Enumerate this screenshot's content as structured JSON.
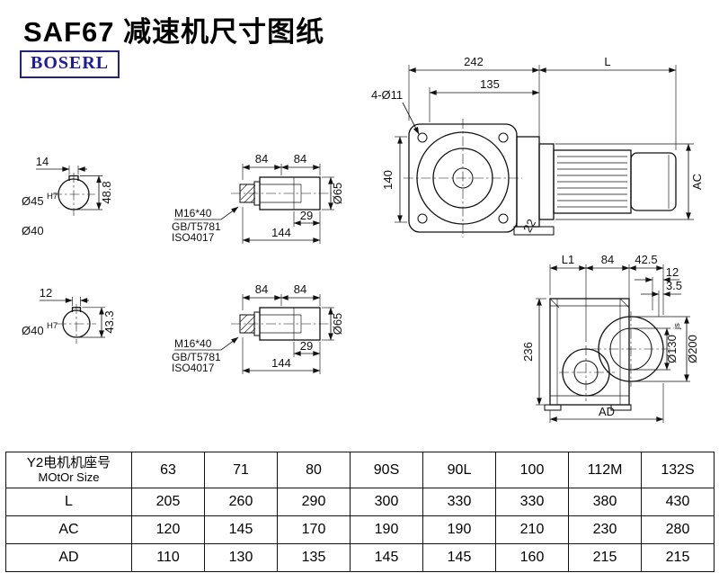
{
  "header": {
    "title": "SAF67 减速机尺寸图纸",
    "logo": "BOSERL"
  },
  "front_view": {
    "d242": "242",
    "dL": "L",
    "d135": "135",
    "bolt_holes": "4-Ø11",
    "d140": "140",
    "dAC": "AC",
    "d22": "22"
  },
  "section_a": {
    "key_w": "14",
    "bore": "Ø45",
    "tol": "H7",
    "key_h": "48.8"
  },
  "shaft_note": "Ø40",
  "section_b": {
    "key_w": "12",
    "bore": "Ø40",
    "tol": "H7",
    "key_h": "43.3"
  },
  "detail_a": {
    "d84a": "84",
    "d84b": "84",
    "d29": "29",
    "d144": "144",
    "d65": "Ø65",
    "bolt": "M16*40",
    "std_gb": "GB/T5781",
    "std_iso": "ISO4017"
  },
  "detail_b": {
    "d84a": "84",
    "d84b": "84",
    "d29": "29",
    "d144": "144",
    "d65": "Ø65",
    "bolt": "M16*40",
    "std_gb": "GB/T5781",
    "std_iso": "ISO4017"
  },
  "side_view": {
    "dL1": "L1",
    "d84": "84",
    "d42_5": "42.5",
    "d12": "12",
    "d3_5": "3.5",
    "d236": "236",
    "d130": "Ø130",
    "d130_tol": "js",
    "d200": "Ø200",
    "dAD": "AD"
  },
  "table": {
    "motor_label_cn": "Y2电机机座号",
    "motor_label_en": "MOtOr Size",
    "sizes": [
      "63",
      "71",
      "80",
      "90S",
      "90L",
      "100",
      "112M",
      "132S"
    ],
    "rows": [
      {
        "label": "L",
        "values": [
          "205",
          "260",
          "290",
          "300",
          "330",
          "330",
          "380",
          "430"
        ]
      },
      {
        "label": "AC",
        "values": [
          "120",
          "145",
          "170",
          "190",
          "190",
          "210",
          "230",
          "280"
        ]
      },
      {
        "label": "AD",
        "values": [
          "110",
          "130",
          "135",
          "145",
          "145",
          "160",
          "215",
          "215"
        ]
      }
    ]
  }
}
